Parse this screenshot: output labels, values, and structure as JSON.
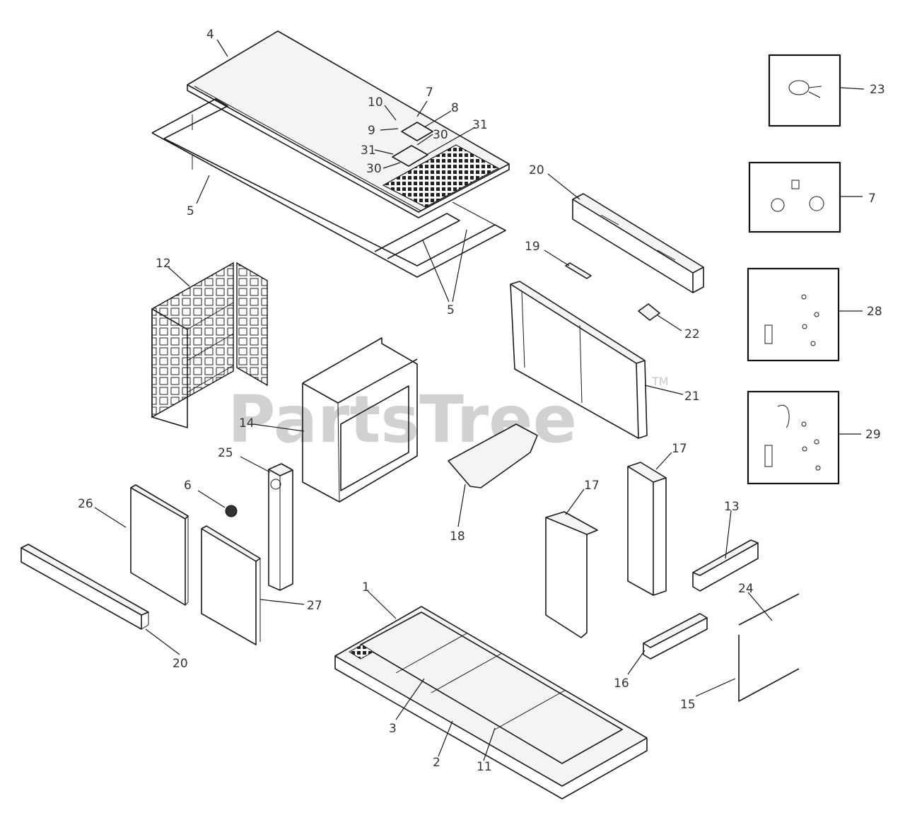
{
  "watermark": {
    "text": "PartsTree",
    "trademark": "TM"
  },
  "callouts": [
    {
      "id": "c-4",
      "text": "4"
    },
    {
      "id": "c-10",
      "text": "10"
    },
    {
      "id": "c-7a",
      "text": "7"
    },
    {
      "id": "c-8",
      "text": "8"
    },
    {
      "id": "c-9",
      "text": "9"
    },
    {
      "id": "c-30a",
      "text": "30"
    },
    {
      "id": "c-31a",
      "text": "31"
    },
    {
      "id": "c-31b",
      "text": "31"
    },
    {
      "id": "c-30b",
      "text": "30"
    },
    {
      "id": "c-5a",
      "text": "5"
    },
    {
      "id": "c-5b",
      "text": "5"
    },
    {
      "id": "c-20a",
      "text": "20"
    },
    {
      "id": "c-19",
      "text": "19"
    },
    {
      "id": "c-12",
      "text": "12"
    },
    {
      "id": "c-22",
      "text": "22"
    },
    {
      "id": "c-21",
      "text": "21"
    },
    {
      "id": "c-14",
      "text": "14"
    },
    {
      "id": "c-25",
      "text": "25"
    },
    {
      "id": "c-6",
      "text": "6"
    },
    {
      "id": "c-26",
      "text": "26"
    },
    {
      "id": "c-18",
      "text": "18"
    },
    {
      "id": "c-17a",
      "text": "17"
    },
    {
      "id": "c-17b",
      "text": "17"
    },
    {
      "id": "c-13",
      "text": "13"
    },
    {
      "id": "c-27",
      "text": "27"
    },
    {
      "id": "c-20b",
      "text": "20"
    },
    {
      "id": "c-1",
      "text": "1"
    },
    {
      "id": "c-24",
      "text": "24"
    },
    {
      "id": "c-16",
      "text": "16"
    },
    {
      "id": "c-15",
      "text": "15"
    },
    {
      "id": "c-3",
      "text": "3"
    },
    {
      "id": "c-2",
      "text": "2"
    },
    {
      "id": "c-11",
      "text": "11"
    },
    {
      "id": "c-23",
      "text": "23"
    },
    {
      "id": "c-7b",
      "text": "7"
    },
    {
      "id": "c-28",
      "text": "28"
    },
    {
      "id": "c-29",
      "text": "29"
    }
  ]
}
